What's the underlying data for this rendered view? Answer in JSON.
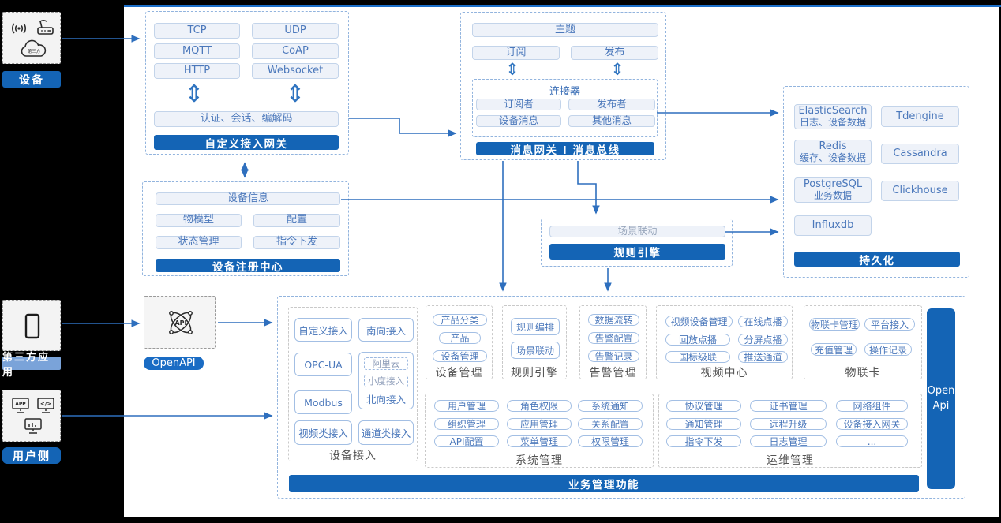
{
  "glyphs": {
    "updown": "⇕"
  },
  "sidebar": {
    "device_label": "设备",
    "cloud_label": "第三方",
    "thirdparty_label": "第三方应用",
    "user_label": "用户侧"
  },
  "custom_gateway": {
    "protocols": [
      "TCP",
      "UDP",
      "MQTT",
      "CoAP",
      "HTTP",
      "Websocket"
    ],
    "auth_bar": "认证、会话、编解码",
    "banner": "自定义接入网关"
  },
  "message_bus": {
    "topic": "主题",
    "subscribe": "订阅",
    "publish": "发布",
    "connector_title": "连接器",
    "connector_items": [
      "订阅者",
      "发布者",
      "设备消息",
      "其他消息"
    ],
    "banner": "消息网关 I 消息总线"
  },
  "persistence": {
    "col1": [
      {
        "name": "ElasticSearch",
        "desc": "日志、设备数据"
      },
      {
        "name": "Redis",
        "desc": "缓存、设备数据"
      },
      {
        "name": "PostgreSQL",
        "desc": "业务数据"
      },
      {
        "name": "Influxdb",
        "desc": ""
      }
    ],
    "col2": [
      "Tdengine",
      "Cassandra",
      "Clickhouse"
    ],
    "banner": "持久化"
  },
  "registry": {
    "info": "设备信息",
    "items": [
      "物模型",
      "配置",
      "状态管理",
      "指令下发"
    ],
    "banner": "设备注册中心"
  },
  "rule_engine": {
    "scene": "场景联动",
    "banner": "规则引擎"
  },
  "openapi": {
    "label": "OpenAPI"
  },
  "business": {
    "banner": "业务管理功能",
    "open_api_line1": "Open",
    "open_api_line2": "Api",
    "access": {
      "title": "设备接入",
      "items": [
        "自定义接入",
        "南向接入",
        "OPC-UA",
        "Modbus",
        "视频类接入",
        "通道类接入"
      ],
      "north": {
        "label": "北向接入",
        "subs": [
          "阿里云",
          "小度接入"
        ]
      }
    },
    "device_mgmt": {
      "title": "设备管理",
      "items": [
        "产品分类",
        "产品",
        "设备管理"
      ]
    },
    "rule": {
      "title": "规则引擎",
      "items": [
        "规则编排",
        "场景联动"
      ]
    },
    "alarm": {
      "title": "告警管理",
      "items": [
        "数据流转",
        "告警配置",
        "告警记录"
      ]
    },
    "video": {
      "title": "视频中心",
      "items": [
        "视频设备管理",
        "在线点播",
        "回放点播",
        "分屏点播",
        "国标级联",
        "推送通道"
      ]
    },
    "iot_card": {
      "title": "物联卡",
      "items": [
        "物联卡管理",
        "平台接入",
        "充值管理",
        "操作记录"
      ]
    },
    "system": {
      "title": "系统管理",
      "items": [
        "用户管理",
        "角色权限",
        "系统通知",
        "组织管理",
        "应用管理",
        "关系配置",
        "API配置",
        "菜单管理",
        "权限管理"
      ]
    },
    "ops": {
      "title": "运维管理",
      "items": [
        "协议管理",
        "证书管理",
        "网络组件",
        "通知管理",
        "远程升级",
        "设备接入网关",
        "指令下发",
        "日志管理",
        "..."
      ]
    }
  }
}
